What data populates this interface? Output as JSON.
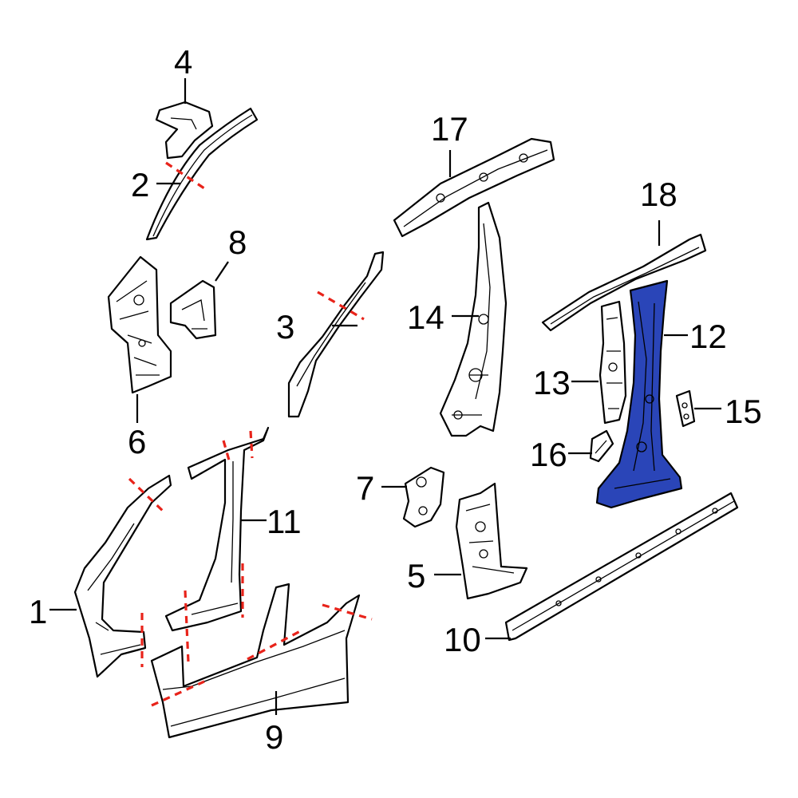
{
  "colors": {
    "outline": "#000000",
    "highlight_fill": "#2a45b8",
    "cut_line": "#e8231a",
    "background": "#ffffff"
  },
  "callouts": [
    {
      "id": "c1",
      "label": "1",
      "part": "front pillar outer lower"
    },
    {
      "id": "c2",
      "label": "2",
      "part": "windshield pillar upper"
    },
    {
      "id": "c3",
      "label": "3",
      "part": "windshield pillar inner"
    },
    {
      "id": "c4",
      "label": "4",
      "part": "pillar upper bracket"
    },
    {
      "id": "c5",
      "label": "5",
      "part": "center pillar lower inner"
    },
    {
      "id": "c6",
      "label": "6",
      "part": "hinge pillar inner"
    },
    {
      "id": "c7",
      "label": "7",
      "part": "small bracket"
    },
    {
      "id": "c8",
      "label": "8",
      "part": "hinge pillar bracket"
    },
    {
      "id": "c9",
      "label": "9",
      "part": "rocker / aperture lower section"
    },
    {
      "id": "c10",
      "label": "10",
      "part": "rocker reinforcement"
    },
    {
      "id": "c11",
      "label": "11",
      "part": "center pillar outer section"
    },
    {
      "id": "c12",
      "label": "12",
      "part": "center pillar reinforcement (highlighted)"
    },
    {
      "id": "c13",
      "label": "13",
      "part": "center pillar inner upper"
    },
    {
      "id": "c14",
      "label": "14",
      "part": "front pillar inner"
    },
    {
      "id": "c15",
      "label": "15",
      "part": "small plate"
    },
    {
      "id": "c16",
      "label": "16",
      "part": "grommet plate"
    },
    {
      "id": "c17",
      "label": "17",
      "part": "roof rail front"
    },
    {
      "id": "c18",
      "label": "18",
      "part": "roof rail rear"
    }
  ]
}
